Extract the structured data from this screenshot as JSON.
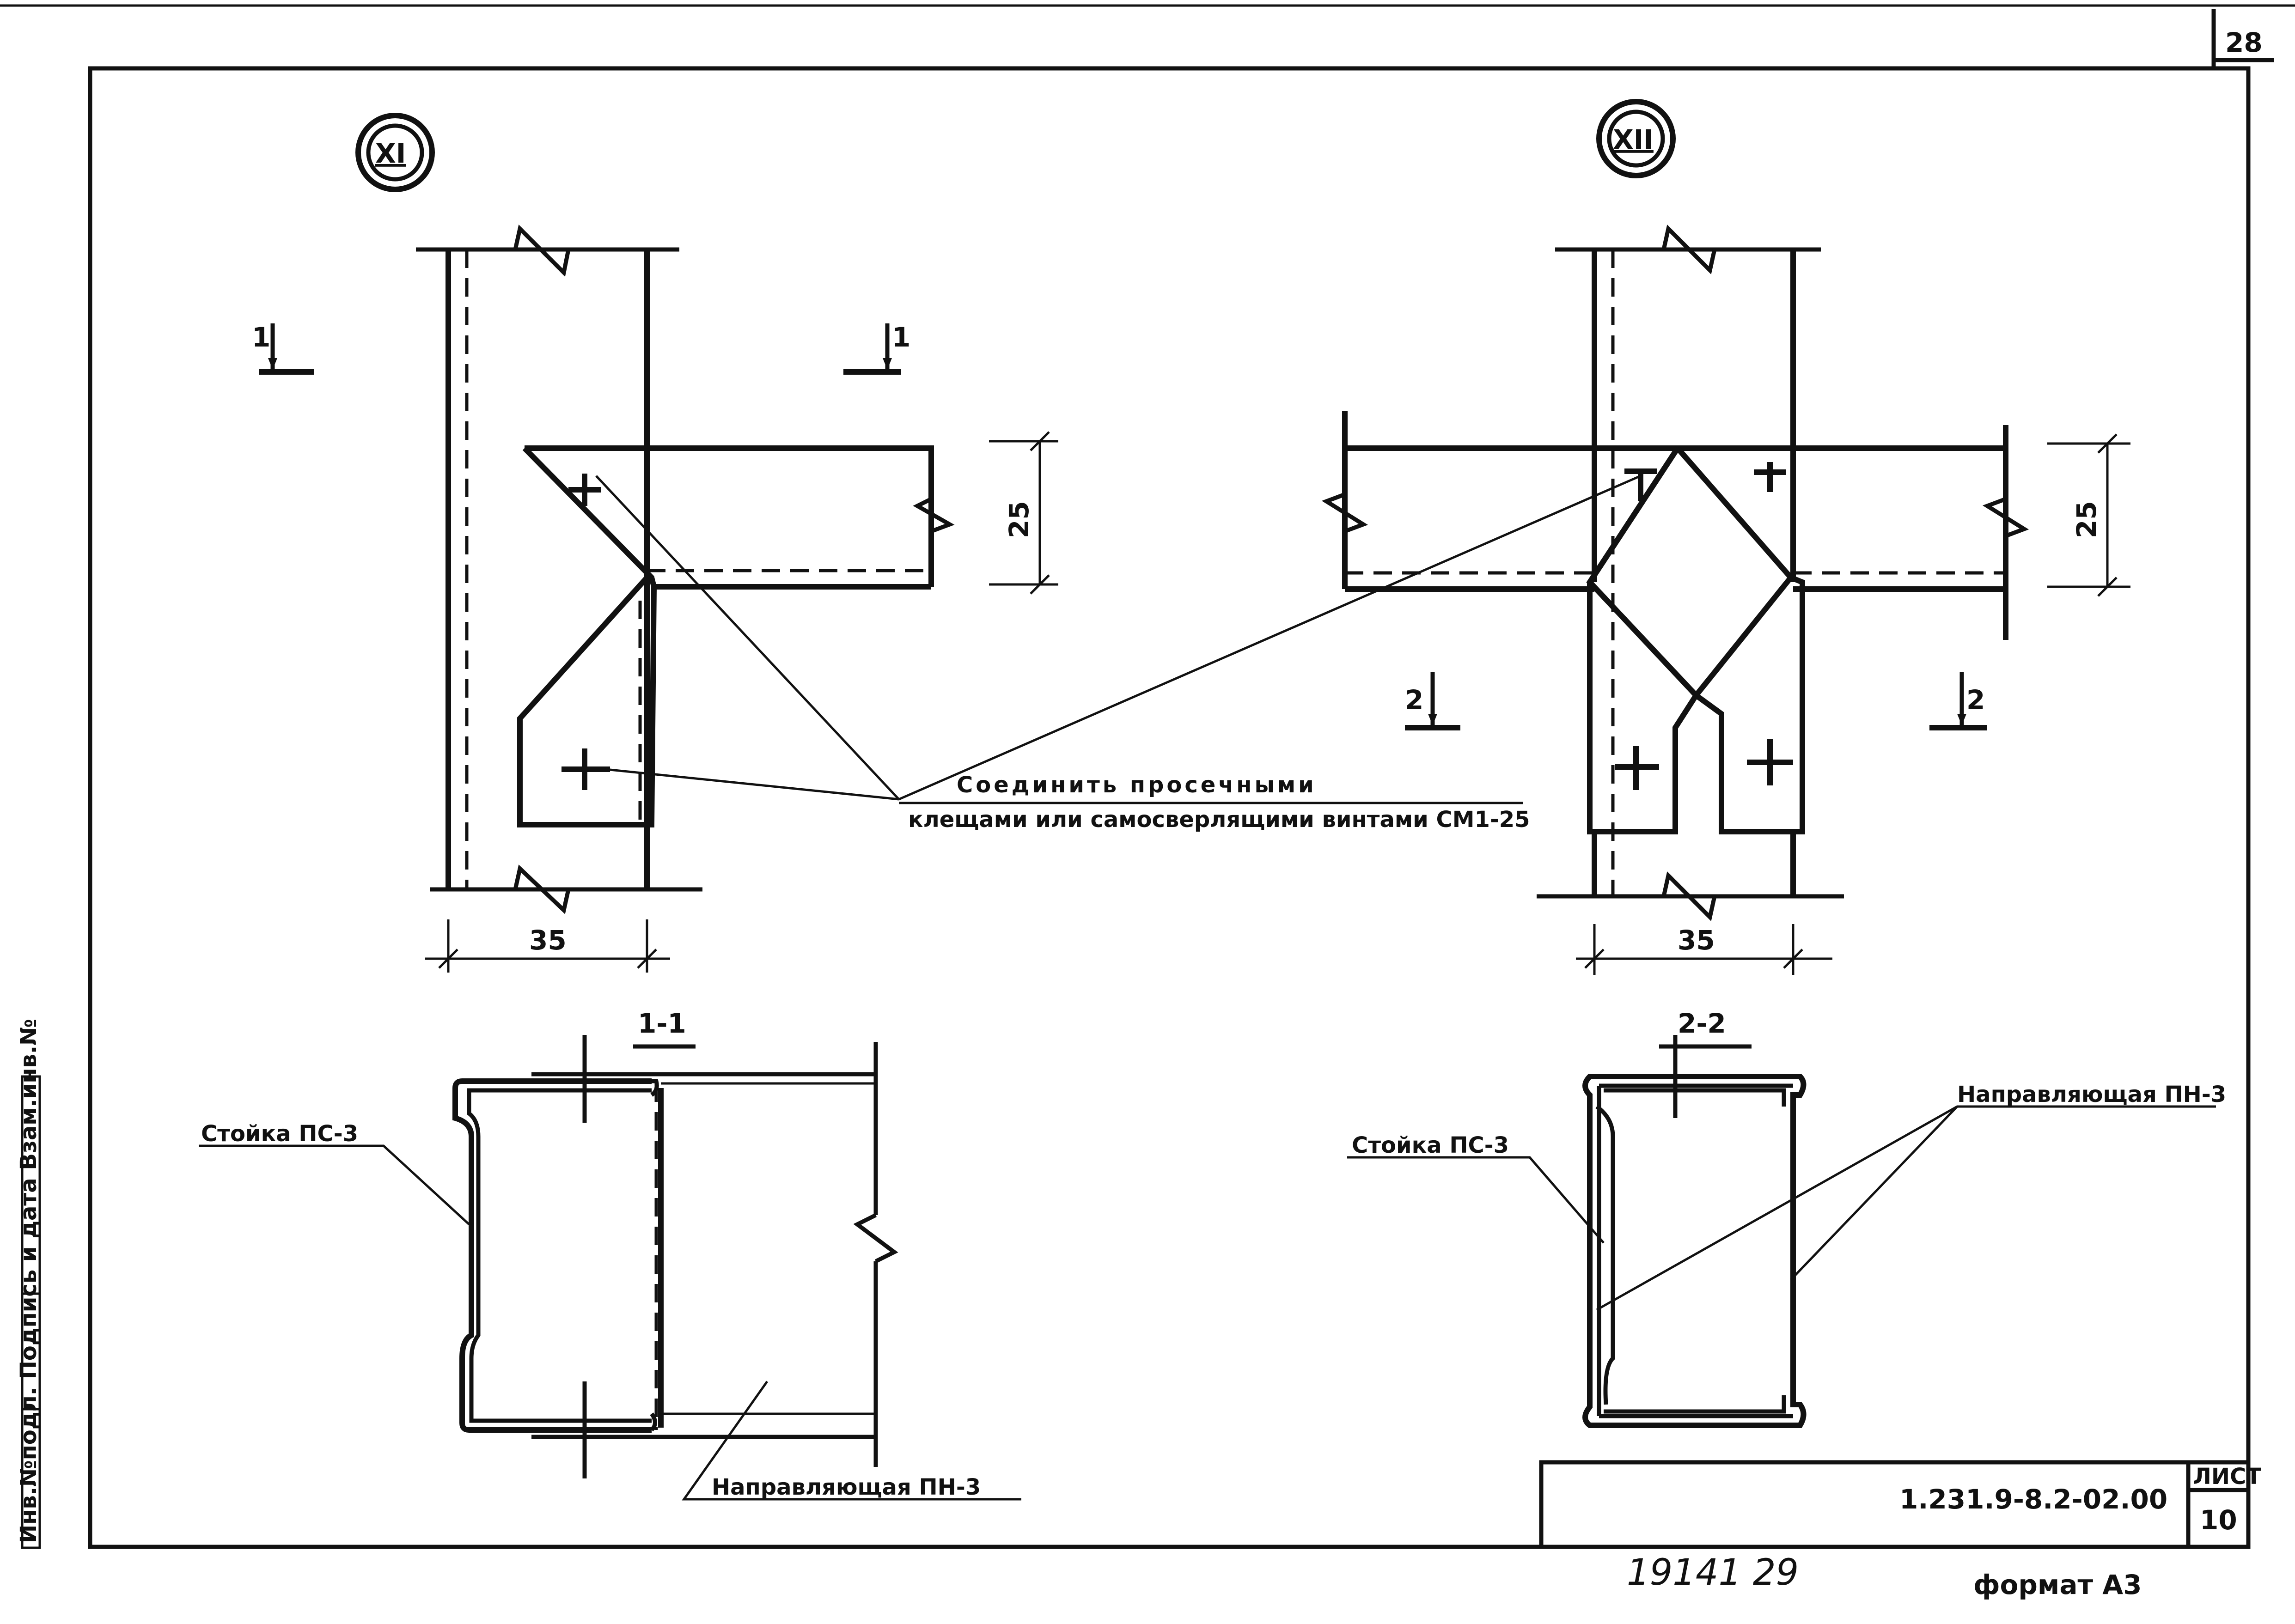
{
  "sheet": {
    "top_right_number": "28",
    "sheet_label": "ЛИСТ",
    "sheet_number": "10",
    "designation": "1.231.9-8.2-02.00",
    "format": "формат А3",
    "handwritten_note": "19141   29",
    "side_stamp": "Инв.№подл.  Подпись и дата  Взам.инв.№"
  },
  "node_left": {
    "marker": "XI",
    "cut_left": "1",
    "cut_right": "1",
    "dim_height": "25",
    "dim_width": "35"
  },
  "node_right": {
    "marker": "XII",
    "cut_left": "2",
    "cut_right": "2",
    "dim_height": "25",
    "dim_width": "35"
  },
  "callout": {
    "line1": "Соединить просечными",
    "line2": "клещами или самосверлящими винтами СМ1-25"
  },
  "section_1": {
    "title": "1-1",
    "label_post": "Стойка ПС-3",
    "label_guide": "Направляющая ПН-3"
  },
  "section_2": {
    "title": "2-2",
    "label_post": "Стойка ПС-3",
    "label_guide": "Направляющая ПН-3"
  }
}
